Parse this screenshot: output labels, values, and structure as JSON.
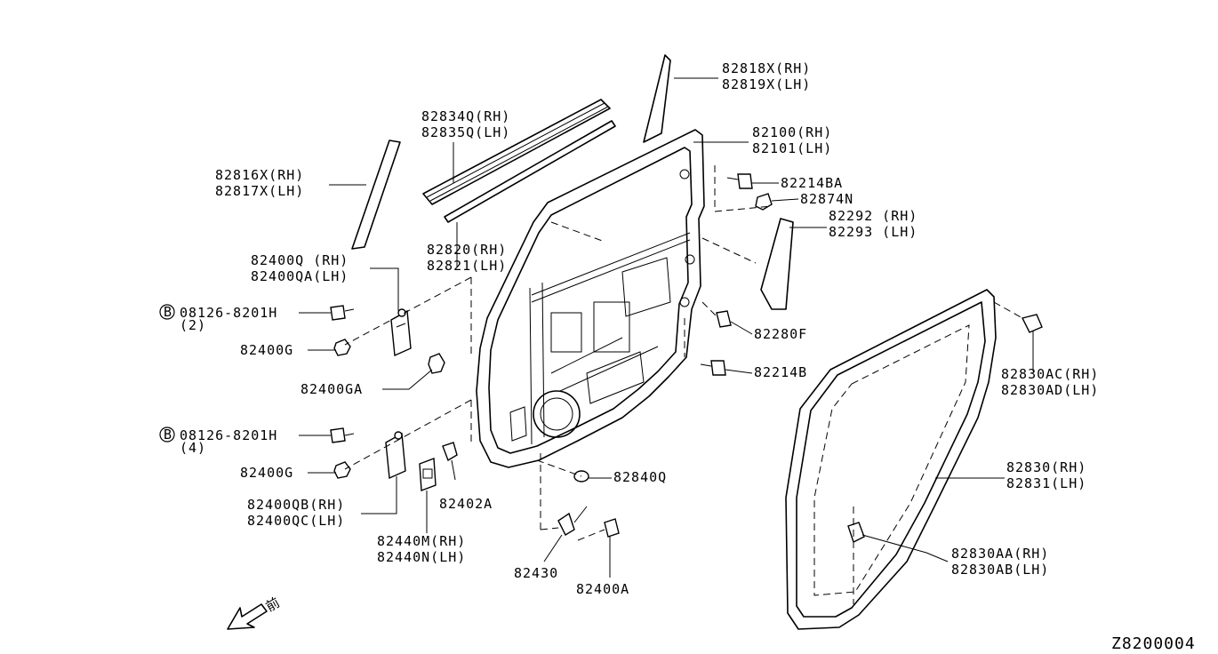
{
  "diagram_code": "Z8200004",
  "front_mark": "前",
  "labels": {
    "l_82818": [
      "82818X(RH)",
      "82819X(LH)"
    ],
    "l_82834": [
      "82834Q(RH)",
      "82835Q(LH)"
    ],
    "l_82816": [
      "82816X(RH)",
      "82817X(LH)"
    ],
    "l_82100": [
      "82100(RH)",
      "82101(LH)"
    ],
    "l_82214BA": [
      "82214BA"
    ],
    "l_82874N": [
      "82874N"
    ],
    "l_82292": [
      "82292 (RH)",
      "82293 (LH)"
    ],
    "l_82820": [
      "82820(RH)",
      "82821(LH)"
    ],
    "l_82400Q": [
      "82400Q  (RH)",
      "82400QA(LH)"
    ],
    "l_bolt_top": [
      "08126-8201H",
      "(2)"
    ],
    "l_82400G_top": [
      "82400G"
    ],
    "l_82400GA": [
      "82400GA"
    ],
    "l_82280F": [
      "82280F"
    ],
    "l_82214B": [
      "82214B"
    ],
    "l_82830AC": [
      "82830AC(RH)",
      "82830AD(LH)"
    ],
    "l_bolt_bot": [
      "08126-8201H",
      "(4)"
    ],
    "l_82400G_bot": [
      "82400G"
    ],
    "l_82840Q": [
      "82840Q"
    ],
    "l_82830": [
      "82830(RH)",
      "82831(LH)"
    ],
    "l_82400QB": [
      "82400QB(RH)",
      "82400QC(LH)"
    ],
    "l_82402A": [
      "82402A"
    ],
    "l_82440M": [
      "82440M(RH)",
      "82440N(LH)"
    ],
    "l_82830AA": [
      "82830AA(RH)",
      "82830AB(LH)"
    ],
    "l_82430": [
      "82430"
    ],
    "l_82400A": [
      "82400A"
    ]
  }
}
